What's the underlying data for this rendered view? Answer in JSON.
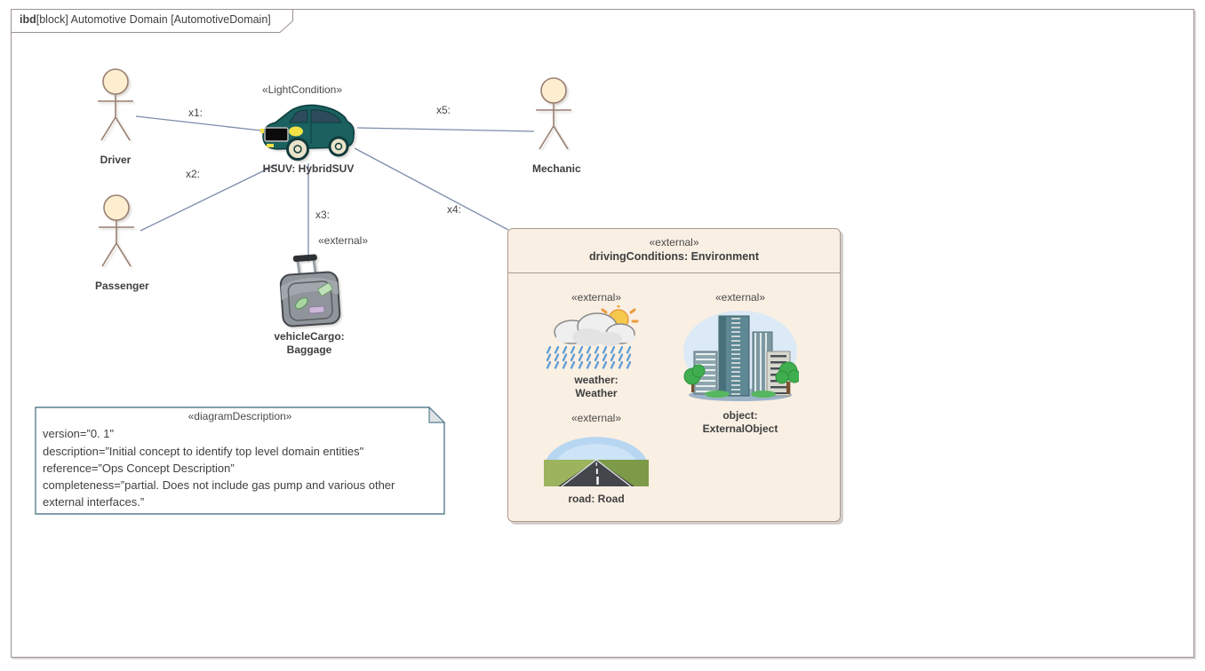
{
  "frame": {
    "tab_keyword": "ibd",
    "tab_text": "[block] Automotive Domain [AutomotiveDomain]"
  },
  "connectors": {
    "x1": "x1:",
    "x2": "x2:",
    "x3": "x3:",
    "x4": "x4:",
    "x5": "x5:"
  },
  "actors": {
    "driver": "Driver",
    "passenger": "Passenger",
    "mechanic": "Mechanic"
  },
  "car": {
    "stereotype": "«LightCondition»",
    "name": "HSUV: HybridSUV"
  },
  "cargo": {
    "stereotype": "«external»",
    "name_line1": "vehicleCargo:",
    "name_line2": "Baggage"
  },
  "environment": {
    "stereotype": "«external»",
    "name": "drivingConditions: Environment",
    "weather": {
      "stereotype": "«external»",
      "name_line1": "weather:",
      "name_line2": "Weather"
    },
    "object": {
      "stereotype": "«external»",
      "name_line1": "object:",
      "name_line2": "ExternalObject"
    },
    "road": {
      "stereotype": "«external»",
      "name": "road: Road"
    }
  },
  "note": {
    "stereotype": "«diagramDescription»",
    "lines": [
      "version=”0. 1\"",
      "description=”Initial concept to identify top level domain entities\"",
      "reference=”Ops Concept Description”",
      "completeness=”partial. Does not include gas pump and various other",
      "external interfaces.”"
    ]
  },
  "colors": {
    "connector": "#7d8cab",
    "env_fill": "#f9efe3",
    "env_border": "#ad9a8e",
    "note_border": "#587f90",
    "car_body": "#1a6160",
    "actor_stroke": "#9a7f71"
  }
}
